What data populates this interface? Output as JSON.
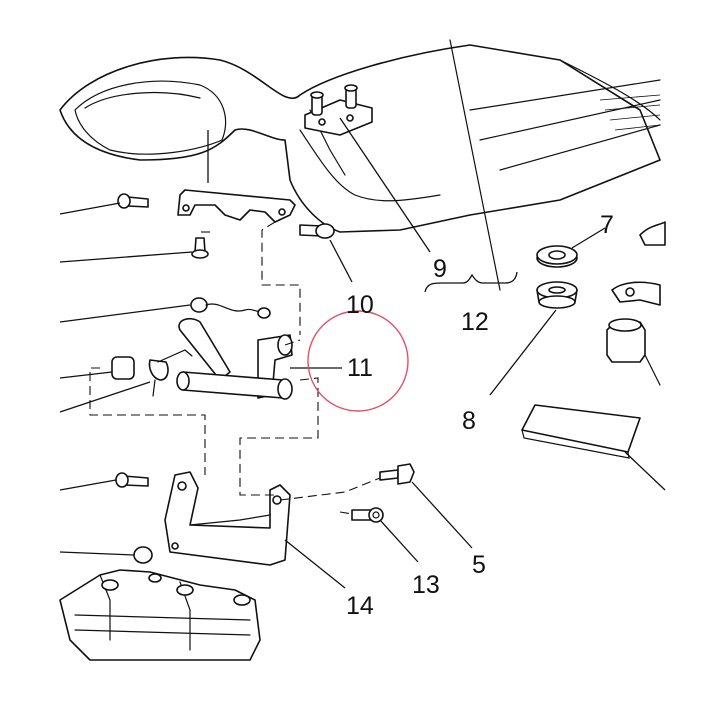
{
  "diagram": {
    "callouts": {
      "c5": "5",
      "c7": "7",
      "c8": "8",
      "c9": "9",
      "c10": "10",
      "c11": "11",
      "c12": "12",
      "c13": "13",
      "c14": "14"
    },
    "highlight": {
      "target": "11",
      "color": "#e0506a"
    }
  }
}
